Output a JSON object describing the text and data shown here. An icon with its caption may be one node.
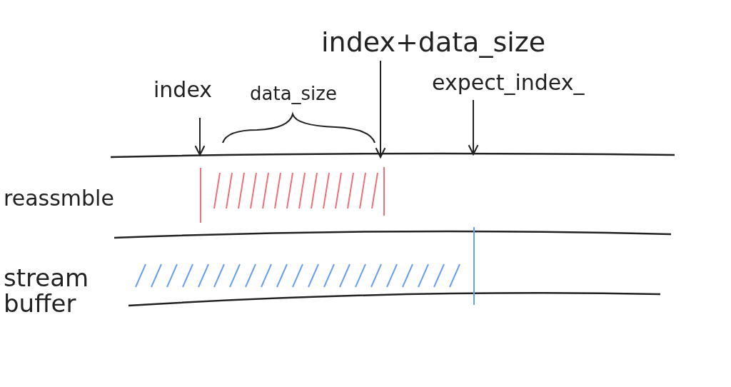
{
  "diagram": {
    "labels": [
      "index+data_size",
      "index",
      "data_size",
      "expect_index_",
      "reassmble",
      "stream buffer"
    ]
  }
}
